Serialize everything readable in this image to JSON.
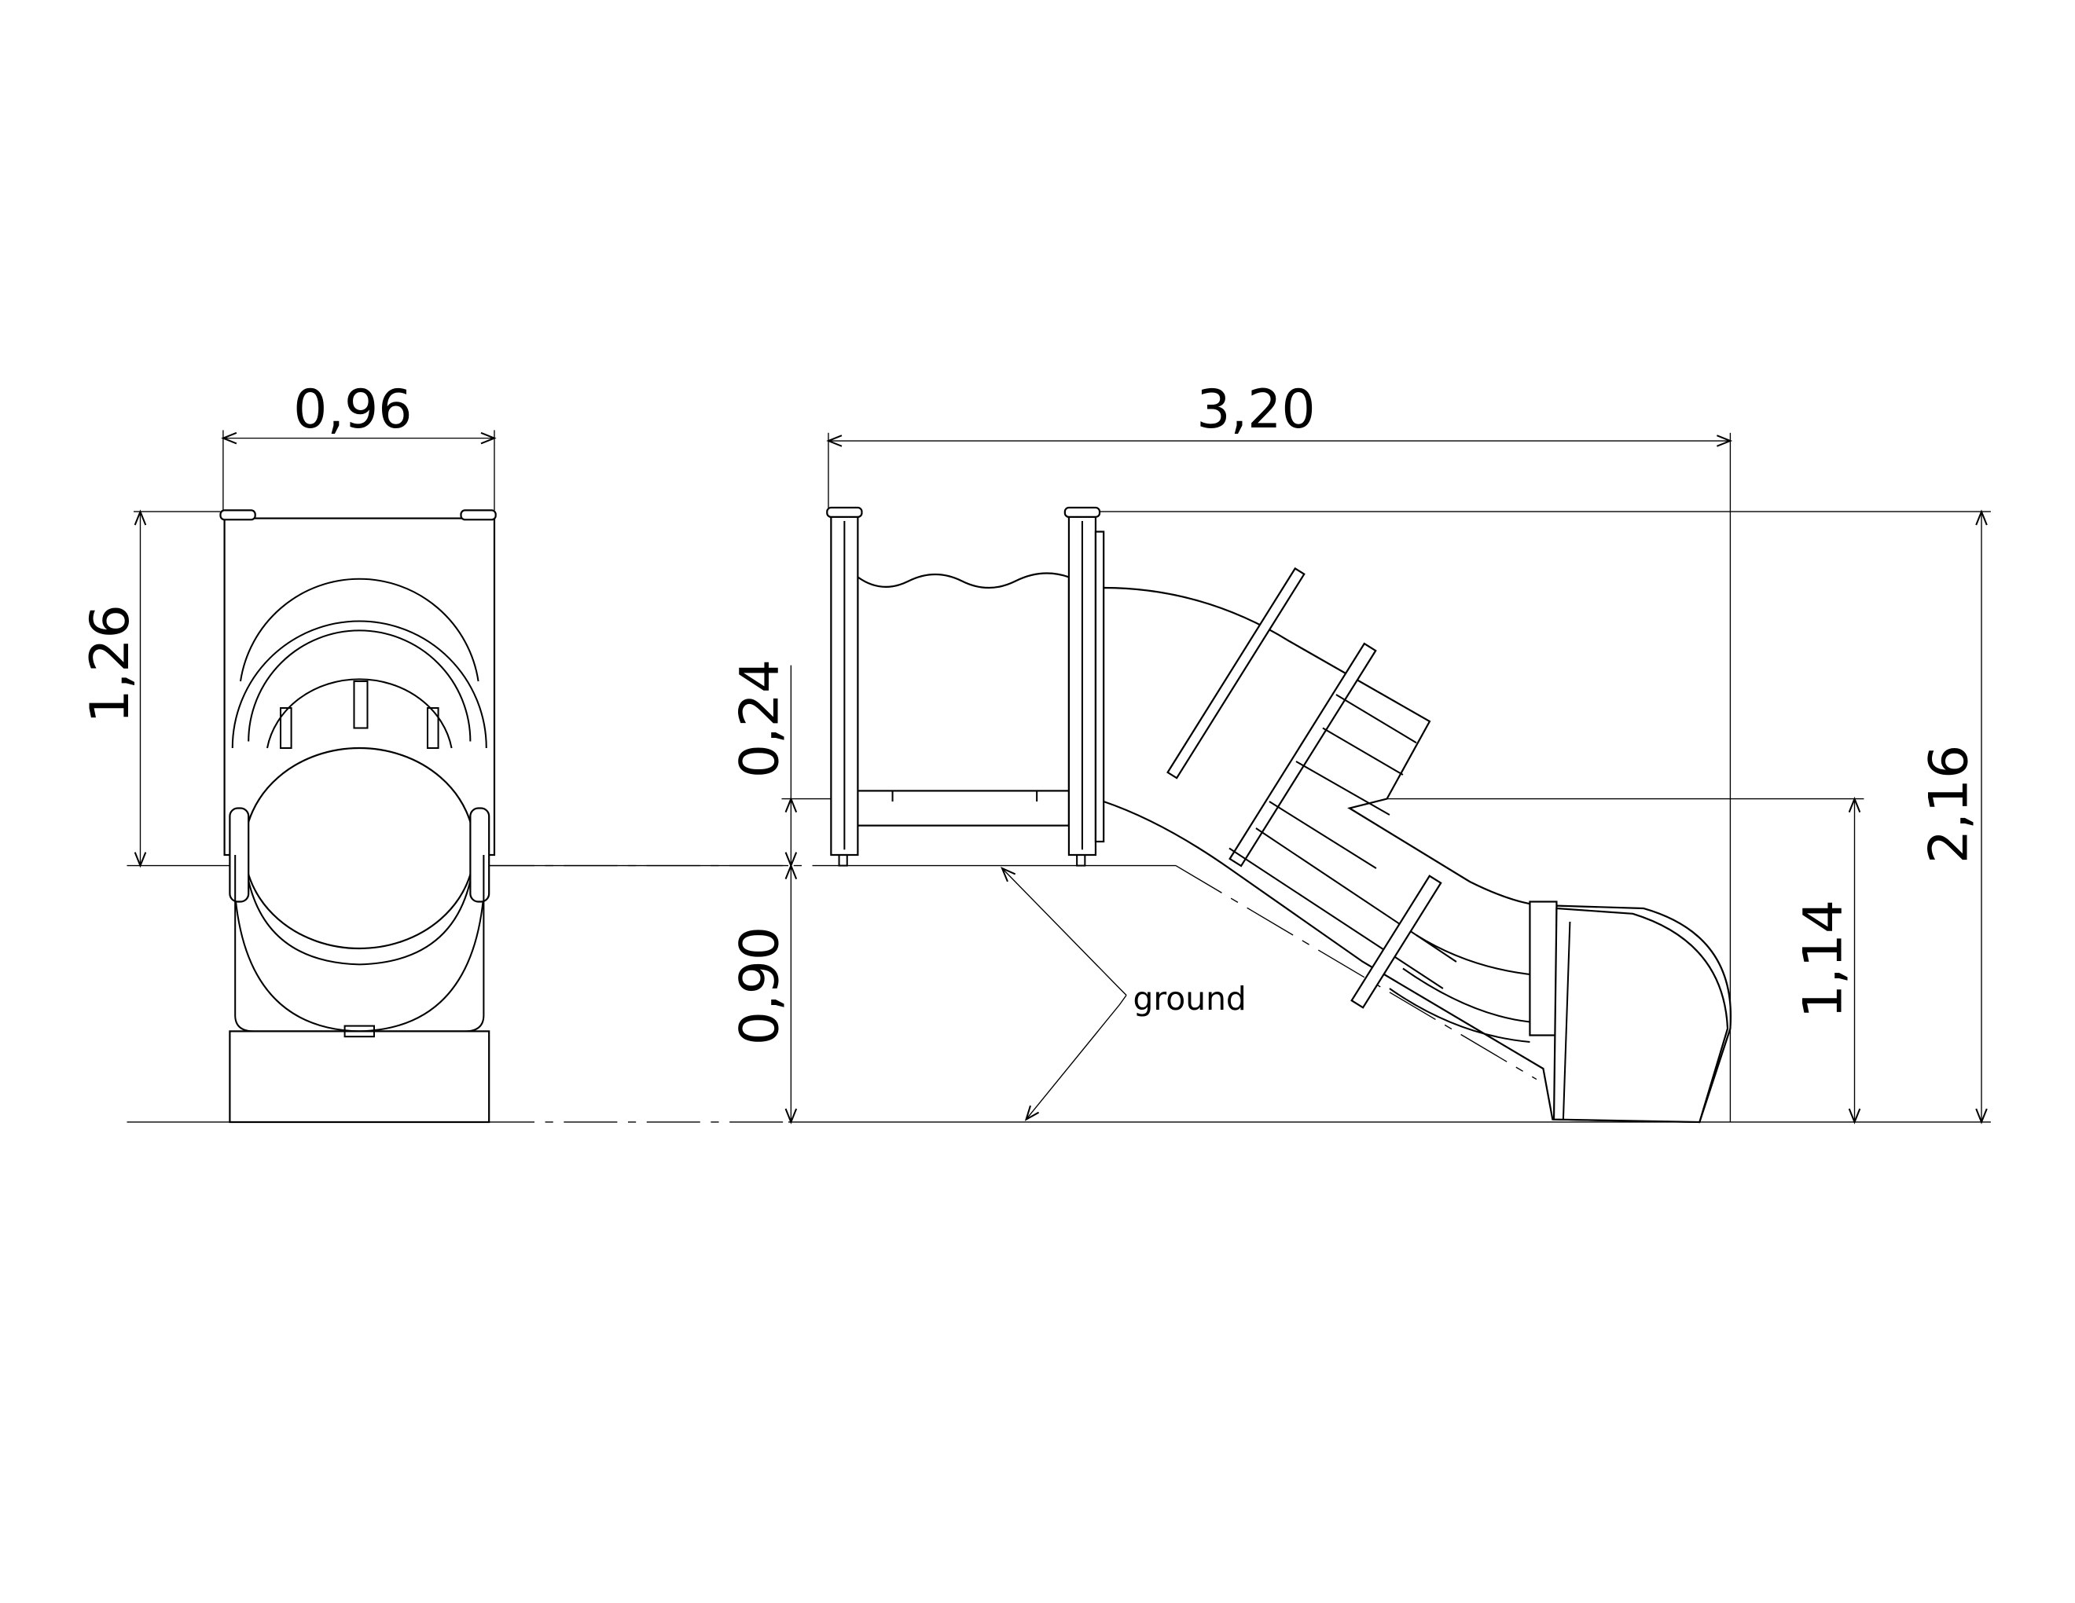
{
  "drawing": {
    "front_view": {
      "width_dim": "0,96",
      "height_dim": "1,26"
    },
    "side_view": {
      "length_dim": "3,20",
      "platform_rail_dim": "0,24",
      "platform_height_dim": "0,90",
      "rail_height_dim": "1,14",
      "total_height_dim": "2,16",
      "ground_label": "ground"
    }
  }
}
